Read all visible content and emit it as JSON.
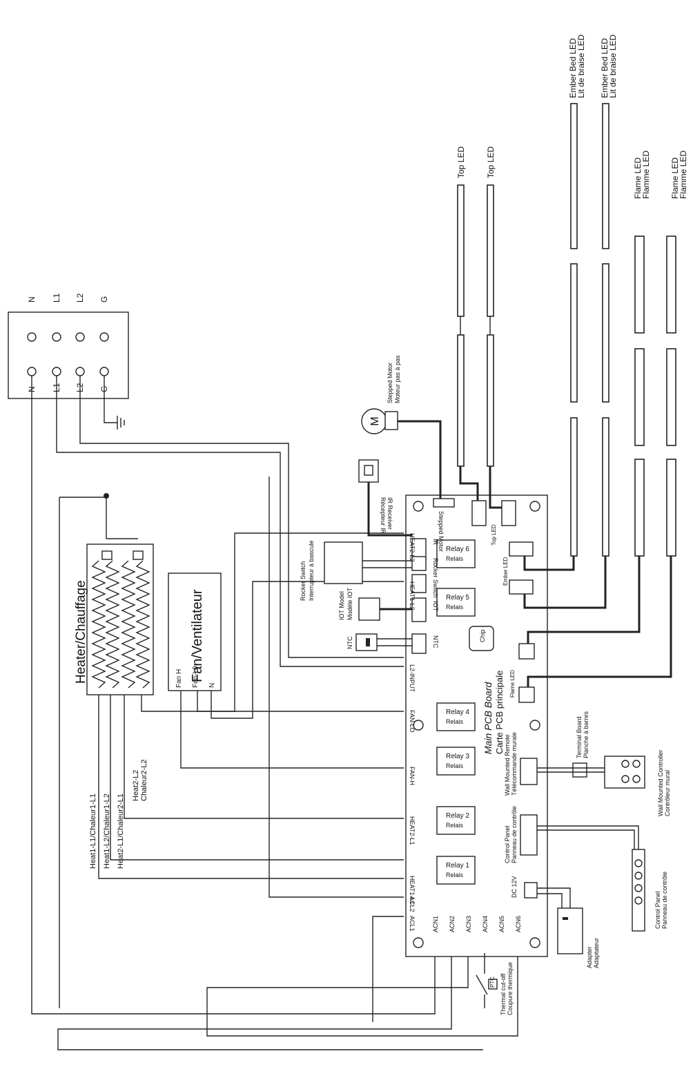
{
  "terminal_block": {
    "top": [
      "N",
      "L1",
      "L2",
      "G"
    ],
    "bottom": [
      "N",
      "L1",
      "L2",
      "G"
    ]
  },
  "leds": {
    "top_led": [
      "Top LED",
      "Top LED"
    ],
    "ember_bed": [
      {
        "en": "Ember Bed LED",
        "fr": "Lit de braise LED"
      },
      {
        "en": "Ember Bed LED",
        "fr": "Lit de braise LED"
      }
    ],
    "flame": [
      {
        "en": "Flame LED",
        "fr": "Flamme LED"
      },
      {
        "en": "Flame LED",
        "fr": "Flamme LED"
      }
    ]
  },
  "stepped_motor": {
    "en": "Stepped Motor",
    "fr": "Moteur pas à pas",
    "symbol": "M"
  },
  "ir_receiver": {
    "en": "IR Receiver",
    "fr": "Récepteur IR"
  },
  "rocker_switch": {
    "en": "Rocker Switch",
    "fr": "Interrupteur à bascule"
  },
  "iot_model": {
    "en": "IOT Model",
    "fr": "Modèle IOT"
  },
  "ntc": "NTC",
  "heater": {
    "title": "Heater/Chauffage"
  },
  "fan": {
    "title": "Fan/Ventilateur",
    "terminals": [
      "Fan H",
      "Fan-L0",
      "N"
    ]
  },
  "heat_labels": [
    "Heat1-L1/Chaleur1-L1",
    "Heat1-L2/Chaleur1-L2",
    "Heat2-L1/Chaleur2-L1",
    "Heat2-L2",
    "Chaleur2-L2"
  ],
  "pcb": {
    "title": "Main PCB Board",
    "subtitle": "Carte PCB principale",
    "chip": "Chip",
    "connectors": {
      "stepped_motor": "Stepped Motor",
      "ir": "IR",
      "rocker_switch": "Rocker Switch",
      "iot": "IOT",
      "ntc": "NTC",
      "top_led": "Top LED",
      "ember_led": "Ember LED",
      "flame_led": "Flame LED"
    },
    "left_terminals": [
      "L2-INPUT",
      "HEAT2-L2",
      "HEAT1-L2",
      "FAN-LO",
      "FAN-H",
      "HEAT2-L1",
      "HEAT1-L1",
      "ACL2",
      "ACL1"
    ],
    "relays": [
      {
        "name": "Relay 6",
        "fr": "Relais"
      },
      {
        "name": "Relay 5",
        "fr": "Relais"
      },
      {
        "name": "Relay 4",
        "fr": "Relais"
      },
      {
        "name": "Relay 3",
        "fr": "Relais"
      },
      {
        "name": "Relay 2",
        "fr": "Relais"
      },
      {
        "name": "Relay 1",
        "fr": "Relais"
      }
    ],
    "acn": [
      "ACN1",
      "ACN2",
      "ACN3",
      "ACN4",
      "ACN5",
      "ACN6"
    ],
    "wall_remote": {
      "en": "Wall Mounted Remote",
      "fr": "Télécommande murale"
    },
    "control_panel": {
      "en": "Control Panel",
      "fr": "Panneau de contrôle"
    },
    "dc": "DC 12V"
  },
  "terminal_board": {
    "en": "Terminal Board",
    "fr": "Planche à barres"
  },
  "wall_controller": {
    "en": "Wall Mounted Controller",
    "fr": "Contrôleur mural"
  },
  "control_panel_ext": {
    "en": "Control Panel",
    "fr": "Panneau de contrôle"
  },
  "adapter": {
    "en": "Adapter",
    "fr": "Adaptateur"
  },
  "thermal_cutoff": {
    "en": "Thermal cut-off",
    "fr": "Coupure thermique",
    "tag": "PTC"
  }
}
